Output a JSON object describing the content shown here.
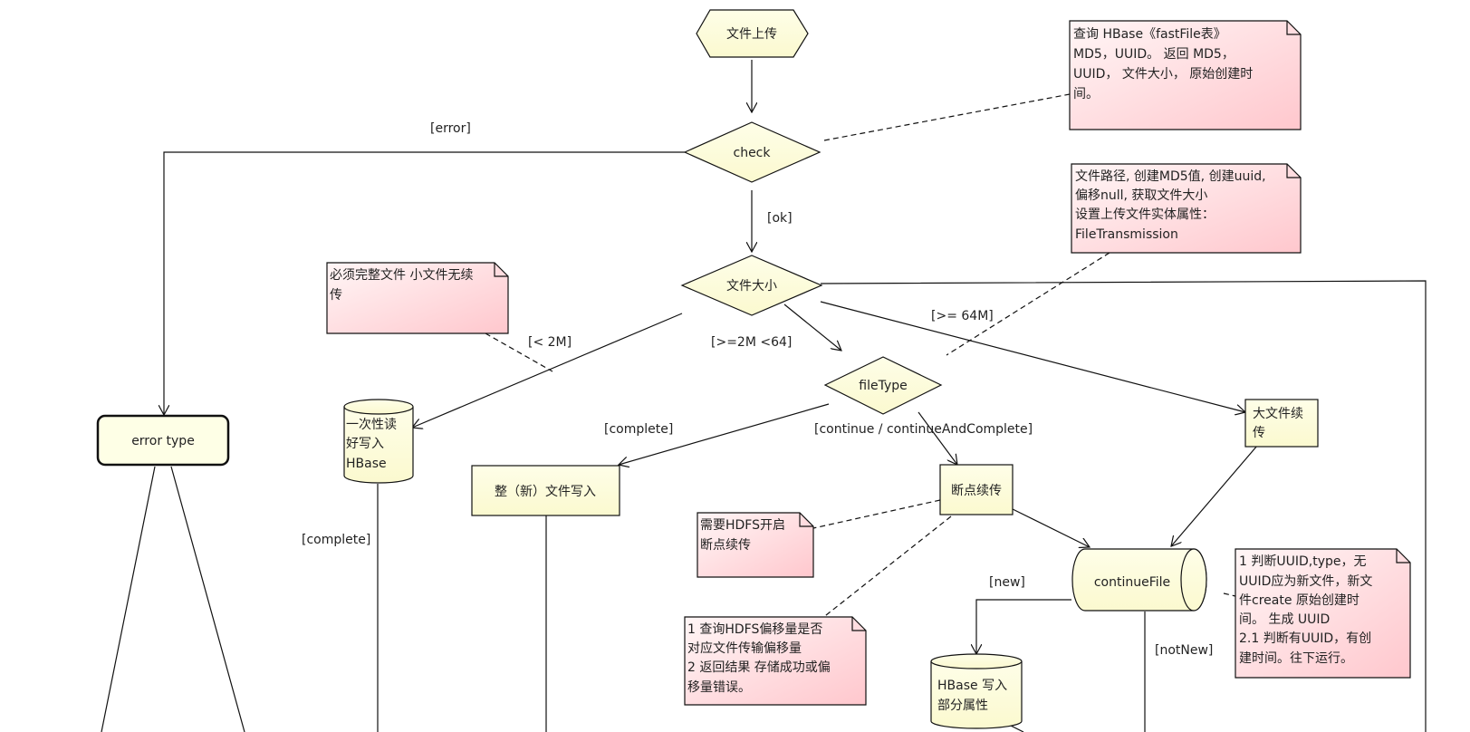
{
  "nodes": {
    "upload": "文件上传",
    "check": "check",
    "file_size": "文件大小",
    "file_type": "fileType",
    "error_type": "error type",
    "one_time_read": [
      "一次性读",
      "好写入",
      "HBase"
    ],
    "whole_write": "整（新）文件写入",
    "resume": "断点续传",
    "big_file": [
      "大文件续",
      "传"
    ],
    "continue_file": "continueFile",
    "hbase_partial": [
      "HBase 写入",
      "部分属性"
    ]
  },
  "edge_labels": {
    "error": "[error]",
    "ok": "[ok]",
    "lt2m": "[< 2M]",
    "mid": "[>=2M <64]",
    "ge64m": "[>= 64M]",
    "complete_left": "[complete]",
    "complete_type": "[complete]",
    "continue": "[continue / continueAndComplete]",
    "new": "[new]",
    "not_new": "[notNew]"
  },
  "notes": {
    "hbase_query": [
      " 查询 HBase《fastFile表》",
      "MD5，UUID。 返回 MD5，",
      "UUID， 文件大小， 原始创建时",
      "间。"
    ],
    "file_path": [
      "文件路径, 创建MD5值, 创建uuid,",
      "偏移null, 获取文件大小",
      "设置上传文件实体属性：",
      "FileTransmission"
    ],
    "small_file": [
      "必须完整文件 小文件无续",
      "传"
    ],
    "hdfs_resume": [
      "需要HDFS开启",
      "断点续传"
    ],
    "hdfs_offset": [
      "1 查询HDFS偏移量是否",
      "对应文件传输偏移量",
      "2 返回结果 存储成功或偏",
      "移量错误。"
    ],
    "uuid_judge": [
      "1 判断UUID,type，无",
      "UUID应为新文件，新文",
      "件create 原始创建时",
      "间。 生成 UUID",
      "2.1 判断有UUID，有创",
      "建时间。往下运行。"
    ]
  },
  "colors": {
    "node_fill": "#fdfde0",
    "note_fill_start": "#fff3f3",
    "note_fill_end": "#ffc9cf",
    "stroke": "#111111"
  }
}
